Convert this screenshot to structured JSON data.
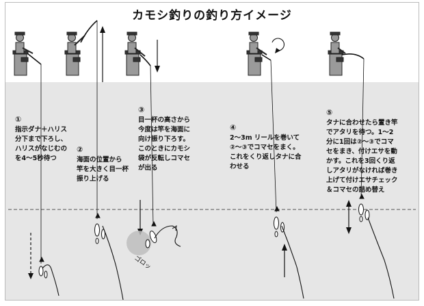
{
  "title": "カモシ釣りの釣り方イメージ",
  "steps": [
    {
      "num": "①",
      "lines": [
        "指示ダナ＋ハリス",
        "分下まで下ろし、",
        "ハリスがなじむの",
        "を4～5秒待つ"
      ]
    },
    {
      "num": "②",
      "lines": [
        "海面の位置から",
        "竿を大きく目一杯",
        "振り上げる"
      ]
    },
    {
      "num": "③",
      "lines": [
        "目一杯の高さから",
        "今度は竿を海面に",
        "向け振り下ろす。",
        "このときにカモシ",
        "袋が反転しコマセ",
        "が出る"
      ]
    },
    {
      "num": "④",
      "lines": [
        "2～3m リールを巻いて",
        "②～③でコマセをまく。",
        "これをくり返しタナに合",
        "わせる"
      ]
    },
    {
      "num": "⑤",
      "lines": [
        "タナに合わせたら置き竿",
        "でアタリを待つ。1～2",
        "分に1回は②～③でコマ",
        "セをまき、付けエサを動",
        "かす。これを3回くり返",
        "しアタリがなければ巻き",
        "上げて付けエサチェック",
        "＆コマセの詰め替え"
      ]
    }
  ],
  "effect_text": "ゴロッ"
}
